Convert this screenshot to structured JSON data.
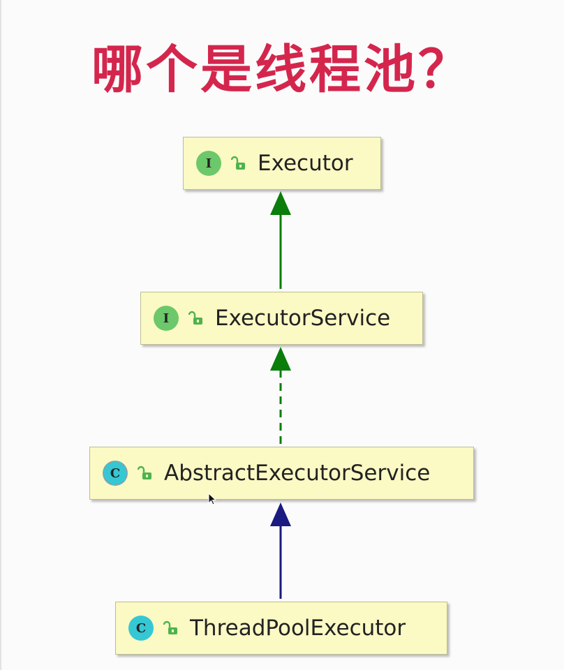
{
  "title": "哪个是线程池？",
  "colors": {
    "title": "#d4264d",
    "node_fill": "#fbf9c4",
    "interface_badge": "#6cc86a",
    "class_badge": "#36c7d4",
    "extends_interface_arrow": "#0a7d0a",
    "extends_class_arrow": "#1a1a80"
  },
  "nodes": [
    {
      "id": "executor",
      "kind": "interface",
      "badge_letter": "I",
      "badge_icon": "interface-icon",
      "label": "Executor"
    },
    {
      "id": "executor-service",
      "kind": "interface",
      "badge_letter": "I",
      "badge_icon": "interface-icon",
      "label": "ExecutorService"
    },
    {
      "id": "abstract-executor-service",
      "kind": "abstract-class",
      "badge_letter": "C",
      "badge_icon": "abstract-class-icon",
      "label": "AbstractExecutorService"
    },
    {
      "id": "thread-pool-executor",
      "kind": "class",
      "badge_letter": "C",
      "badge_icon": "class-icon",
      "label": "ThreadPoolExecutor"
    }
  ],
  "edges": [
    {
      "from": "executor-service",
      "to": "executor",
      "style": "solid",
      "color": "#0a7d0a"
    },
    {
      "from": "abstract-executor-service",
      "to": "executor-service",
      "style": "dashed",
      "color": "#0a7d0a"
    },
    {
      "from": "thread-pool-executor",
      "to": "abstract-executor-service",
      "style": "solid",
      "color": "#1a1a80"
    }
  ]
}
